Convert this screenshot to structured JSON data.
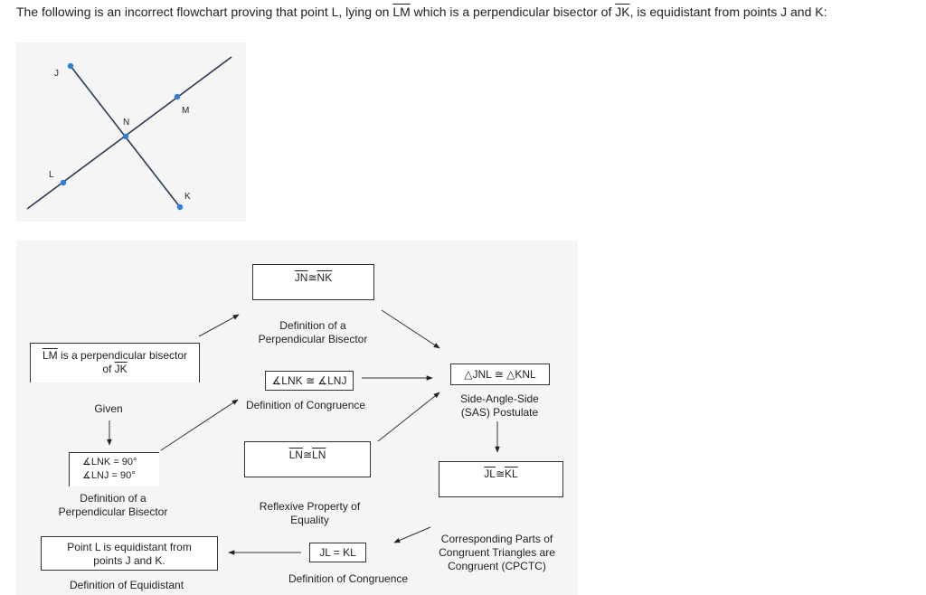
{
  "question": {
    "prefix": "The following is an incorrect flowchart proving that point L, lying on ",
    "line_name": "LM",
    "middle": " which is a perpendicular bisector of ",
    "segment_name": "JK",
    "suffix": ", is equidistant from points J and K:"
  },
  "figure": {
    "points": {
      "J": "J",
      "M": "M",
      "N": "N",
      "L": "L",
      "K": "K"
    },
    "point_color": "#2f7fd6"
  },
  "flowchart": {
    "given_box": {
      "line1_seg": "LM",
      "line1_rest": " is a perpendicular bisector",
      "line2_prefix": "of ",
      "line2_seg": "JK"
    },
    "given_reason": "Given",
    "angles_box": {
      "line1": "∡LNK = 90°",
      "line2": "∡LNJ = 90°"
    },
    "angles_reason": {
      "line1": "Definition of a",
      "line2": "Perpendicular Bisector"
    },
    "equidistant_box": {
      "line1": "Point L is equidistant from",
      "line2": "points J and K."
    },
    "equidistant_reason": "Definition of Equidistant",
    "jn_nk_box": {
      "left": "JN",
      "op": "≅",
      "right": "NK"
    },
    "jn_nk_reason": {
      "line1": "Definition of a",
      "line2": "Perpendicular Bisector"
    },
    "angle_congruent_box": "∡LNK ≅ ∡LNJ",
    "angle_congruent_reason": "Definition of Congruence",
    "ln_box": {
      "left": "LN",
      "op": "≅",
      "right": "LN"
    },
    "ln_reason": {
      "line1": "Reflexive Property of",
      "line2": "Equality"
    },
    "jl_eq_box": "JL = KL",
    "jl_eq_reason": "Definition of Congruence",
    "triangle_box": "△JNL ≅ △KNL",
    "triangle_reason": {
      "line1": "Side-Angle-Side",
      "line2": "(SAS) Postulate"
    },
    "jl_cong_box": {
      "left": "JL",
      "op": "≅",
      "right": "KL"
    },
    "cpctc_reason": {
      "line1": "Corresponding Parts of",
      "line2": "Congruent Triangles are",
      "line3": "Congruent (CPCTC)"
    }
  }
}
